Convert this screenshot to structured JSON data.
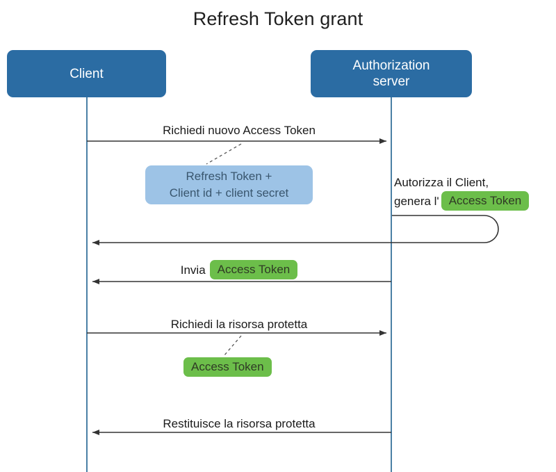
{
  "diagram": {
    "title": "Refresh Token grant",
    "type": "sequence-diagram",
    "colors": {
      "participant_fill": "#2B6CA3",
      "participant_text": "#FFFFFF",
      "lifeline": "#4A7FA5",
      "note_fill": "#9DC3E6",
      "note_text": "#39566E",
      "token_chip_fill": "#6CBE4A",
      "token_chip_text": "#2F3A25",
      "arrow": "#333333",
      "background": "#FFFFFF"
    },
    "participants": [
      {
        "id": "client",
        "label": "Client"
      },
      {
        "id": "auth",
        "label": "Authorization\nserver"
      }
    ],
    "messages": [
      {
        "id": "msg1",
        "from": "client",
        "to": "auth",
        "direction": "right",
        "label": "Richiedi nuovo Access Token"
      },
      {
        "id": "selfcall",
        "from": "auth",
        "to": "auth",
        "direction": "self",
        "label_line1": "Autorizza il Client,",
        "label_line2_prefix": "genera l'",
        "label_line2_token": "Access Token"
      },
      {
        "id": "msg2",
        "from": "auth",
        "to": "client",
        "direction": "left",
        "label_prefix": "Invia",
        "label_token": "Access Token"
      },
      {
        "id": "msg3",
        "from": "client",
        "to": "auth",
        "direction": "right",
        "label": "Richiedi la risorsa protetta"
      },
      {
        "id": "msg4",
        "from": "auth",
        "to": "client",
        "direction": "left",
        "label": "Restituisce la risorsa protetta"
      }
    ],
    "notes": [
      {
        "id": "note-credentials",
        "attached_to": "msg1",
        "line1": "Refresh Token +",
        "line2": "Client id + client secret"
      },
      {
        "id": "note-access-token",
        "attached_to": "msg3",
        "token": "Access Token"
      }
    ]
  }
}
